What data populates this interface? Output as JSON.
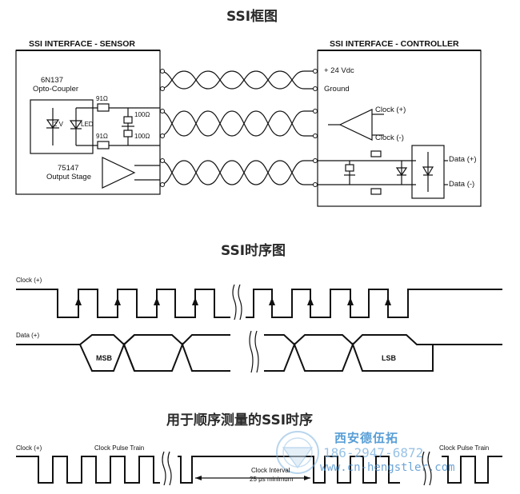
{
  "titles": {
    "block_diagram": "SSI框图",
    "timing": "SSI时序图",
    "measurement_timing": "用于顺序测量的SSI时序"
  },
  "sensor": {
    "header": "SSI INTERFACE - SENSOR",
    "optocoupler_line1": "6N137",
    "optocoupler_line2": "Opto-Coupler",
    "zener": "2 V",
    "led": "LED",
    "r1": "91Ω",
    "r2": "91Ω",
    "r3": "100Ω",
    "r4": "100Ω",
    "driver_line1": "75147",
    "driver_line2": "Output Stage"
  },
  "controller": {
    "header": "SSI INTERFACE - CONTROLLER",
    "vdc": "+ 24 Vdc",
    "ground": "Ground",
    "clock_pos": "Clock (+)",
    "clock_neg": "Clock (-)",
    "data_pos": "Data (+)",
    "data_neg": "Data (-)"
  },
  "timing": {
    "clock_label": "Clock (+)",
    "data_label": "Data (+)",
    "msb": "MSB",
    "lsb": "LSB"
  },
  "sequential": {
    "clock_label": "Clock (+)",
    "train_left": "Clock Pulse Train",
    "train_right": "Clock Pulse Train",
    "interval_line1": "Clock Interval",
    "interval_line2": "25 μs minimum"
  },
  "watermark": {
    "company": "西安德伍拓",
    "phone": "186-2947-6872",
    "url": "www.cn-hengstler.com"
  }
}
